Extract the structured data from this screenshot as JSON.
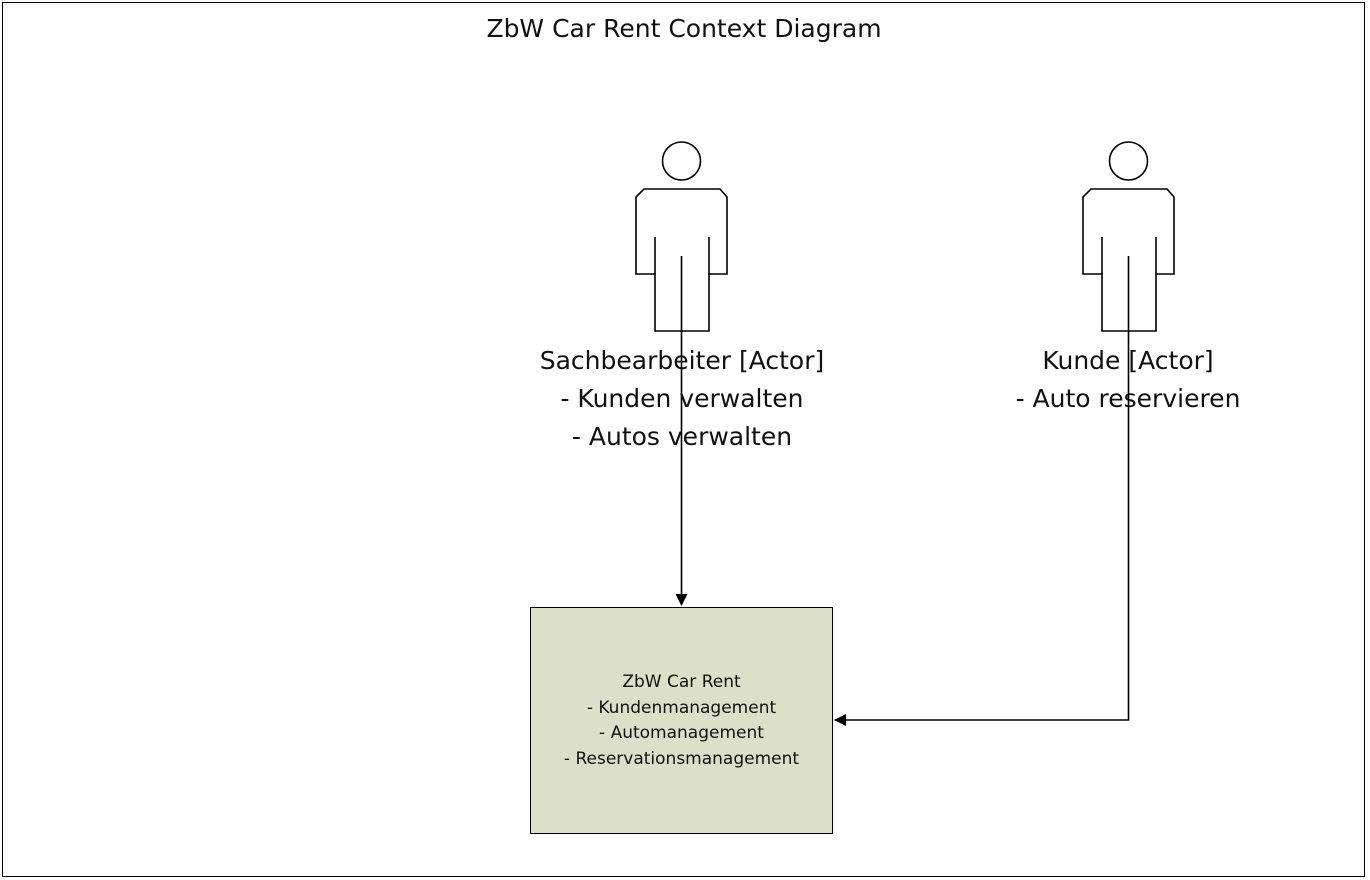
{
  "diagram": {
    "title": "ZbW Car Rent Context Diagram",
    "actors": [
      {
        "name": "Sachbearbeiter [Actor]",
        "lines": [
          "- Kunden verwalten",
          "- Autos verwalten"
        ]
      },
      {
        "name": "Kunde [Actor]",
        "lines": [
          "- Auto reservieren"
        ]
      }
    ],
    "system": {
      "name": "ZbW Car Rent",
      "lines": [
        "- Kundenmanagement",
        "- Automanagement",
        "- Reservationsmanagement"
      ],
      "fill": "#dce0c8"
    },
    "connections": [
      {
        "from": "Sachbearbeiter [Actor]",
        "to": "ZbW Car Rent"
      },
      {
        "from": "Kunde [Actor]",
        "to": "ZbW Car Rent"
      }
    ]
  }
}
